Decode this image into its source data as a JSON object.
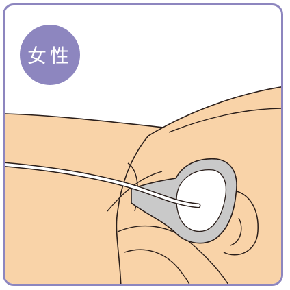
{
  "badge": {
    "label": "女性",
    "color": "#8d86bf"
  },
  "colors": {
    "frame": "#8d86bf",
    "skin": "#f9d3a8",
    "outline": "#2a1e1a",
    "device_ring": "#c9c9c9",
    "gauze": "#ffffff"
  },
  "icons": [
    "badge-circle",
    "urinary-catheter",
    "diaper-pad"
  ]
}
